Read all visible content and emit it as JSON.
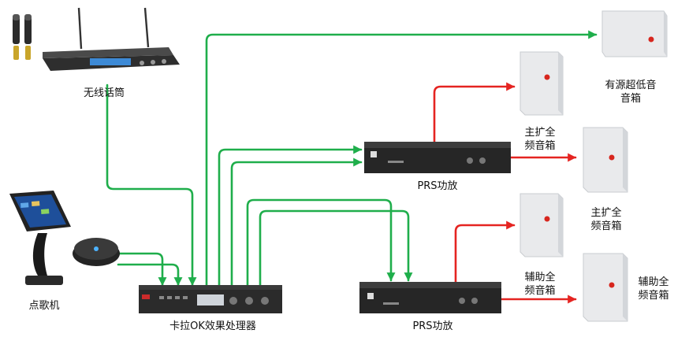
{
  "labels": {
    "mic": "无线话筒",
    "songbook": "点歌机",
    "processor": "卡拉OK效果处理器",
    "amp_top": "PRS功放",
    "amp_bottom": "PRS功放",
    "subwoofer": [
      "有源超低音",
      "音箱"
    ],
    "main_speaker_1": [
      "主扩全",
      "频音箱"
    ],
    "main_speaker_2": [
      "主扩全",
      "频音箱"
    ],
    "aux_speaker_1": [
      "辅助全",
      "频音箱"
    ],
    "aux_speaker_2": [
      "辅助全",
      "频音箱"
    ]
  },
  "colors": {
    "signal": "#1fae4b",
    "speaker_line": "#e52421",
    "device_dark": "#2b2b2b",
    "speaker_body": "#e9eaec",
    "speaker_dot": "#d7261e"
  },
  "icons": [
    "wireless-mic-receiver",
    "karaoke-touchscreen",
    "wireless-router",
    "effects-processor",
    "power-amplifier",
    "speaker"
  ]
}
